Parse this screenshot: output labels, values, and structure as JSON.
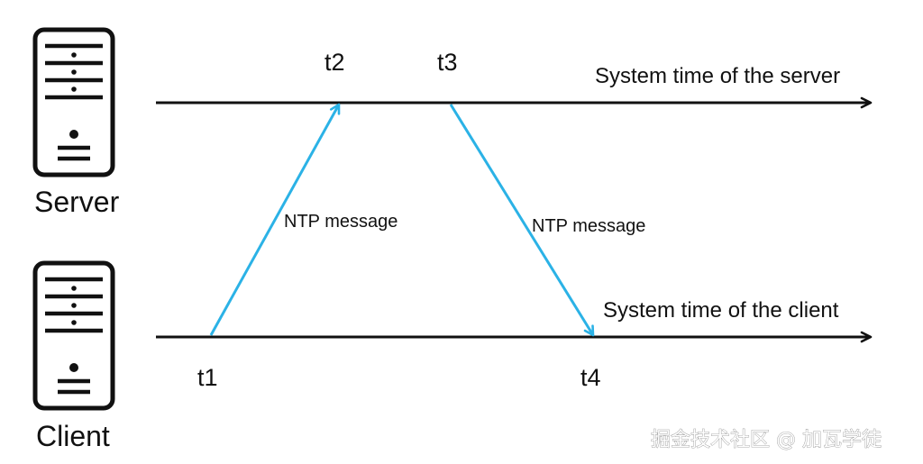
{
  "server": {
    "label": "Server",
    "timeline_label": "System time of the server",
    "times": [
      "t2",
      "t3"
    ]
  },
  "client": {
    "label": "Client",
    "timeline_label": "System time of the client",
    "times": [
      "t1",
      "t4"
    ]
  },
  "messages": [
    {
      "label": "NTP message",
      "from": "t1",
      "to": "t2"
    },
    {
      "label": "NTP message",
      "from": "t3",
      "to": "t4"
    }
  ],
  "watermark": "掘金技术社区 @ 加瓦学徒",
  "colors": {
    "line": "#111111",
    "message_arrow": "#2bb2e6",
    "text": "#111111"
  },
  "icons": {
    "server": "server-tower-icon",
    "client": "computer-tower-icon"
  }
}
